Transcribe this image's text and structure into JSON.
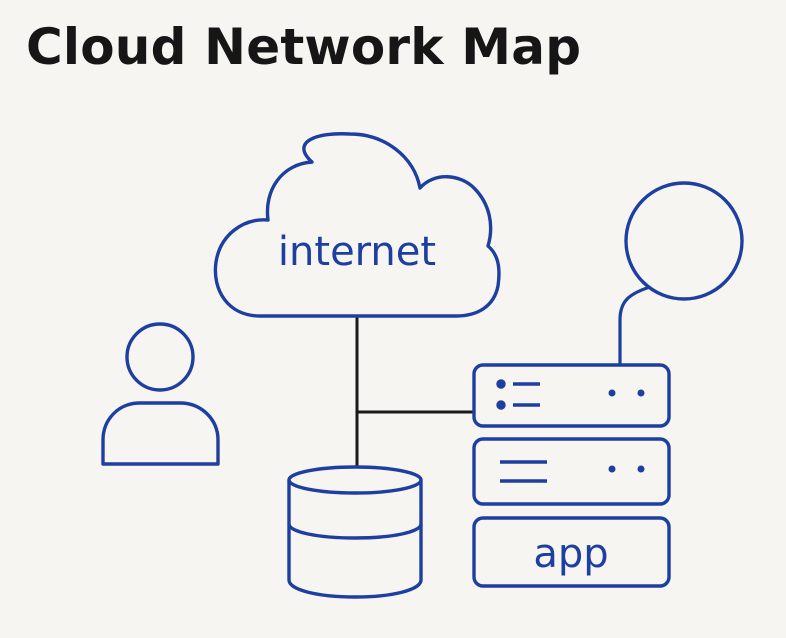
{
  "title": "Cloud Network Map",
  "nodes": {
    "cloud": {
      "label": "internet"
    },
    "server_app": {
      "label": "app"
    }
  },
  "colors": {
    "stroke": "#1d3fa0",
    "connector": "#1a1a1a",
    "label": "#1d3fa0",
    "title": "#161616",
    "background": "#f6f5f2"
  },
  "icons": [
    "cloud-icon",
    "user-icon",
    "database-icon",
    "server-stack-icon",
    "circle-node-icon"
  ]
}
